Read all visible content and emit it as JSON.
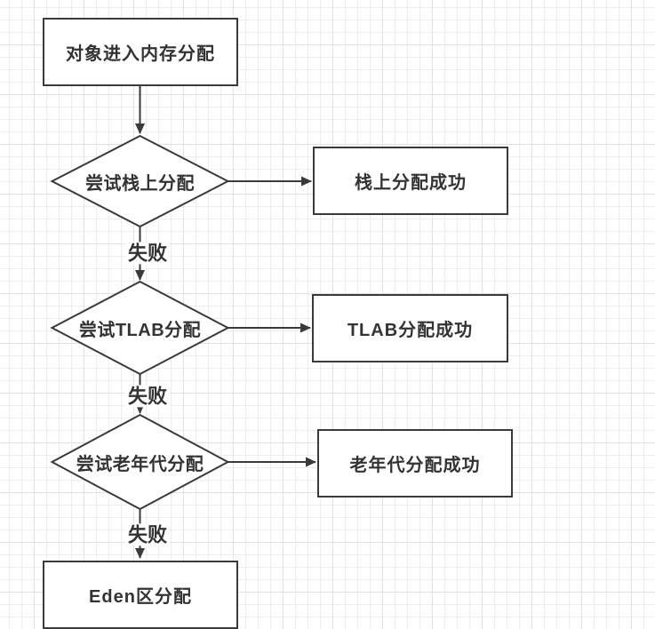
{
  "colors": {
    "canvas_bg": "#ffffff",
    "grid_minor": "#ededed",
    "grid_major": "#e2e2e2",
    "node_border": "#3a3a3a",
    "node_fill": "#ffffff",
    "node_text": "#333333",
    "connector": "#3a3a3a",
    "edge_label_text": "#333333",
    "edge_label_bg": "#ffffff"
  },
  "nodes": {
    "start": {
      "label": "对象进入内存分配"
    },
    "try_stack": {
      "label": "尝试栈上分配"
    },
    "stack_success": {
      "label": "栈上分配成功"
    },
    "try_tlab": {
      "label": "尝试TLAB分配"
    },
    "tlab_success": {
      "label": "TLAB分配成功"
    },
    "try_old_gen": {
      "label": "尝试老年代分配"
    },
    "old_gen_success": {
      "label": "老年代分配成功"
    },
    "eden": {
      "label": "Eden区分配"
    }
  },
  "edge_labels": {
    "fail_stack": "失败",
    "fail_tlab": "失败",
    "fail_old_gen": "失败"
  }
}
